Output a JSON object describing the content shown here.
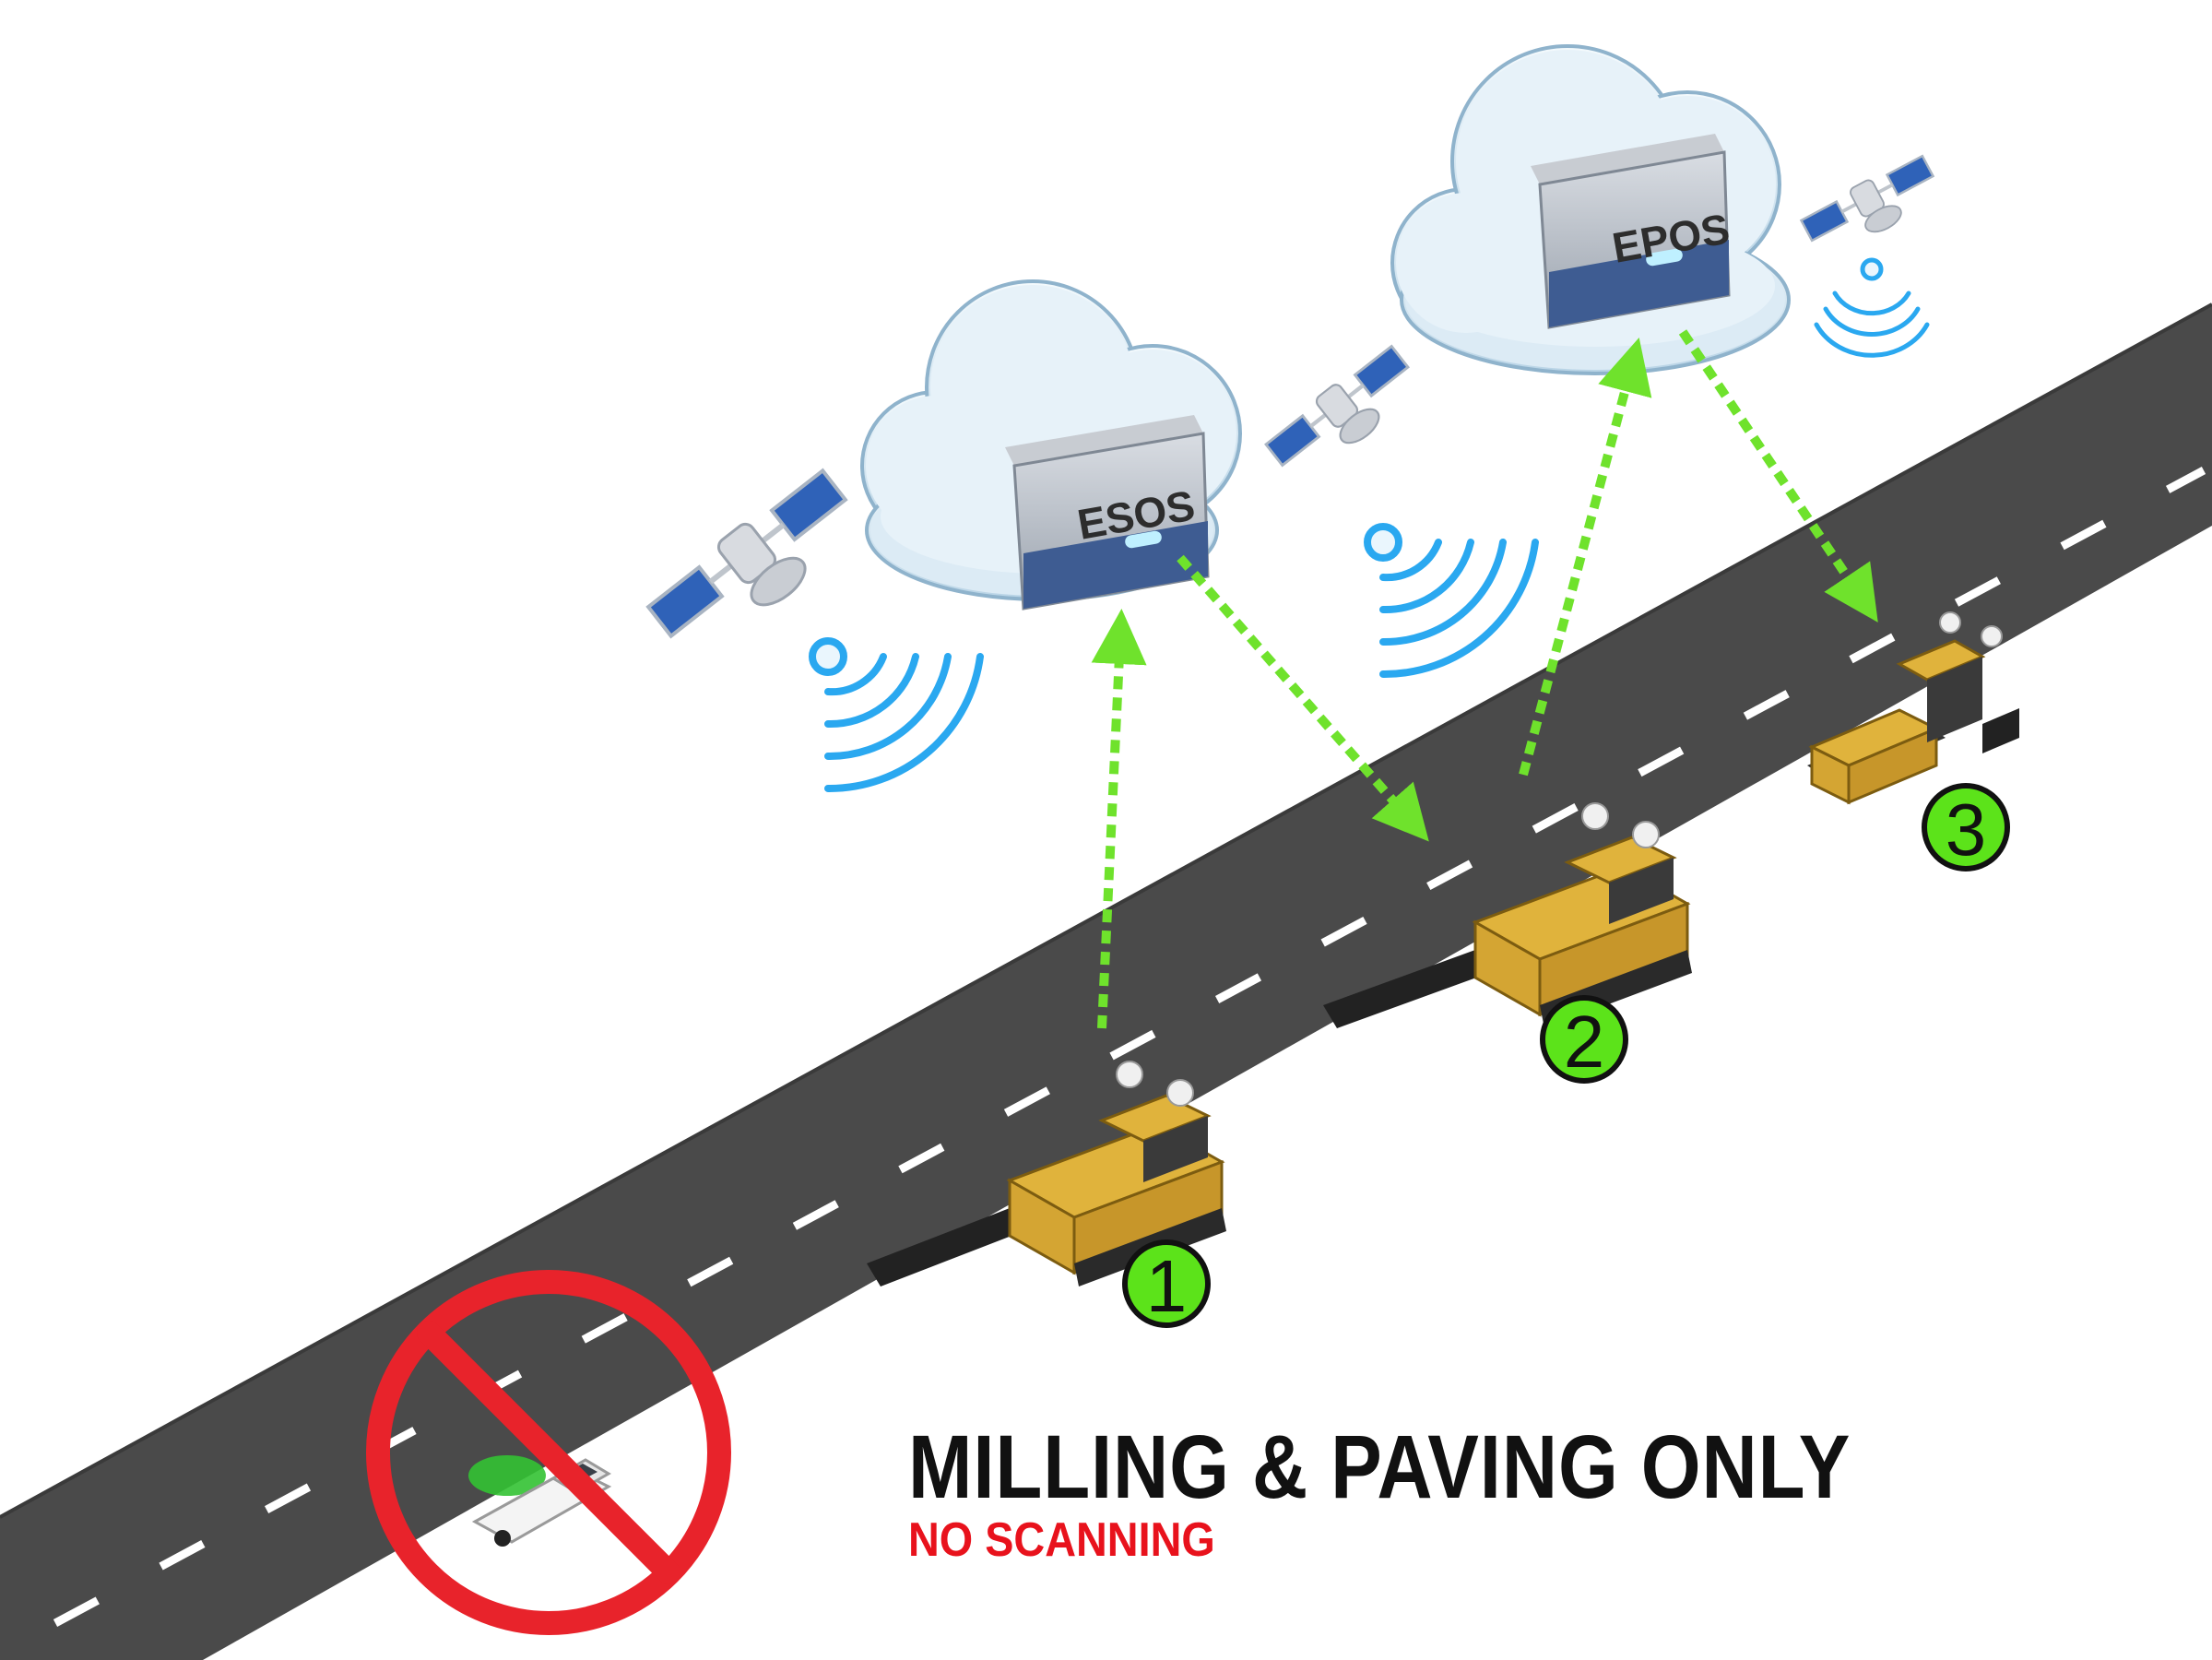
{
  "servers": [
    {
      "label": "ESOS"
    },
    {
      "label": "EPOS"
    }
  ],
  "steps": [
    "1",
    "2",
    "3"
  ],
  "caption": {
    "title": "MILLING & PAVING ONLY",
    "subtitle": "NO SCANNING"
  },
  "colors": {
    "road": "#4a4a4a",
    "lane_marking": "#ffffff",
    "flow_arrow": "#6fe22c",
    "step_badge": "#5ce31a",
    "machine": "#e0b33c",
    "signal": "#2aa8f0",
    "prohibition": "#e8232b",
    "subtitle": "#e8121c"
  },
  "icons": [
    "satellite-icon",
    "wifi-signal-icon",
    "cloud-server-icon",
    "milling-machine-icon",
    "paver-icon",
    "pickup-truck-icon",
    "prohibition-sign-icon"
  ]
}
